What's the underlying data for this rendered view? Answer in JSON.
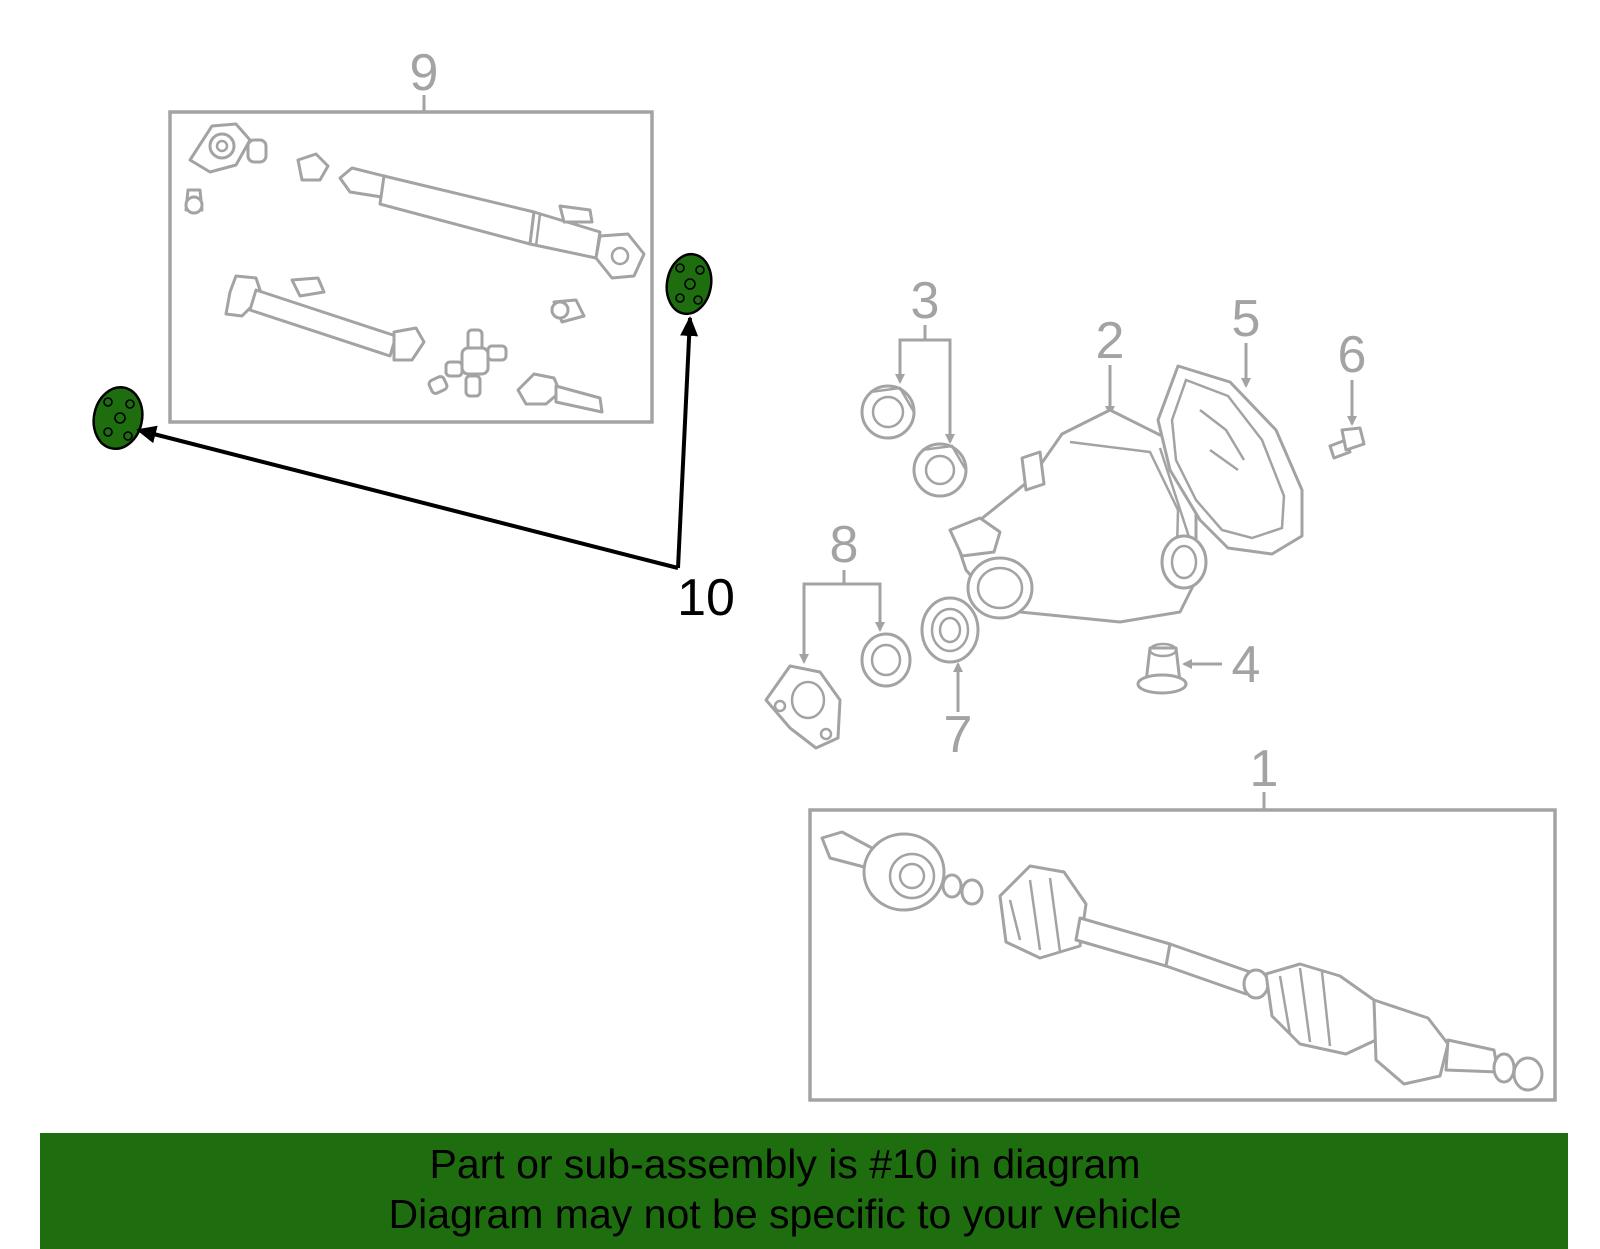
{
  "colors": {
    "part_outline": "#a3a3a3",
    "highlight_fill": "#1e6e10",
    "banner_background": "#1e6e10",
    "callout_main": "#000000"
  },
  "callouts": {
    "c1": "1",
    "c2": "2",
    "c3": "3",
    "c4": "4",
    "c5": "5",
    "c6": "6",
    "c7": "7",
    "c8": "8",
    "c9": "9",
    "c10": "10"
  },
  "highlighted_part": "10",
  "banner": {
    "line1": "Part or sub-assembly is #10 in diagram",
    "line2": "Diagram may not be specific to your vehicle"
  }
}
